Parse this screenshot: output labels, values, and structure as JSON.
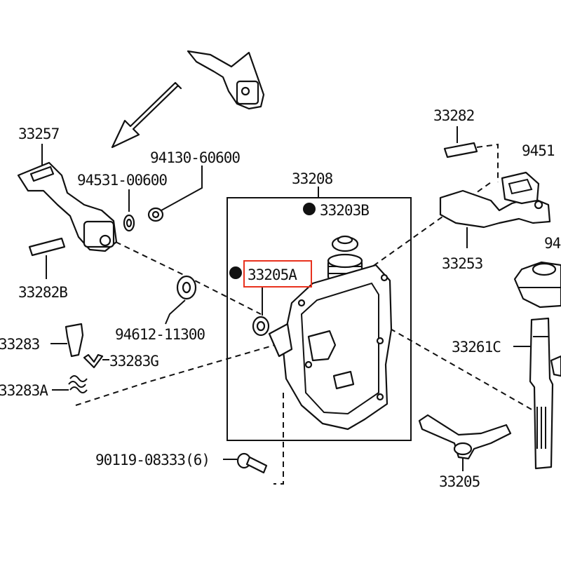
{
  "labels": {
    "p33257": "33257",
    "p94531_00600": "94531-00600",
    "p94130_60600": "94130-60600",
    "p33208": "33208",
    "p33282": "33282",
    "p9451x": "9451",
    "p33203B": "33203B",
    "p33253": "33253",
    "p94x": "94",
    "p33282B": "33282B",
    "p33205A": "33205A",
    "p94612_11300": "94612-11300",
    "p33283": "33283",
    "p33261C": "33261C",
    "p33283G": "33283G",
    "p33283A": "33283A",
    "p90119": "90119-08333(6)",
    "p33205": "33205"
  },
  "highlight": {
    "part": "33205A",
    "color": "#e8321e"
  },
  "colors": {
    "ink": "#111111",
    "background": "#ffffff"
  }
}
